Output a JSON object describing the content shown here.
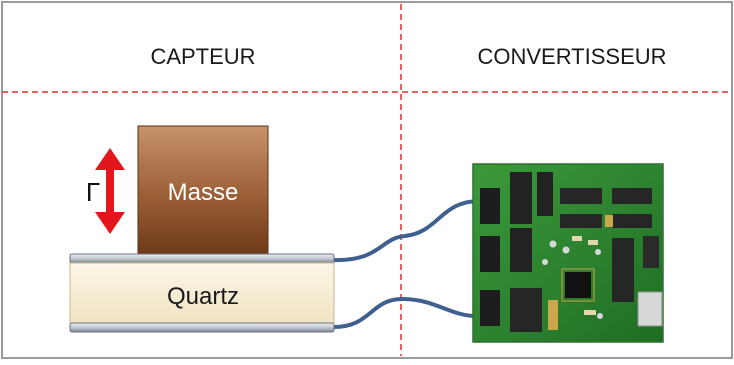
{
  "diagram": {
    "sections": {
      "left": "CAPTEUR",
      "right": "CONVERTISSEUR"
    },
    "labels": {
      "mass": "Masse",
      "quartz": "Quartz",
      "acceleration": "Γ"
    },
    "colors": {
      "frame": "#9a9a9a",
      "divider": "#e0312a",
      "arrow": "#e4161d",
      "mass_light": "#c08a64",
      "mass_dark": "#6e3a18",
      "quartz_fill": "#f6ecd0",
      "plate": "#b9c0cc",
      "cable": "#3f5f8f",
      "pcb": "#2e8a2e",
      "text": "#1a1a1a"
    },
    "icons": {
      "converter_board": "pcb-board-icon",
      "acceleration_arrow": "double-arrow-icon"
    }
  }
}
